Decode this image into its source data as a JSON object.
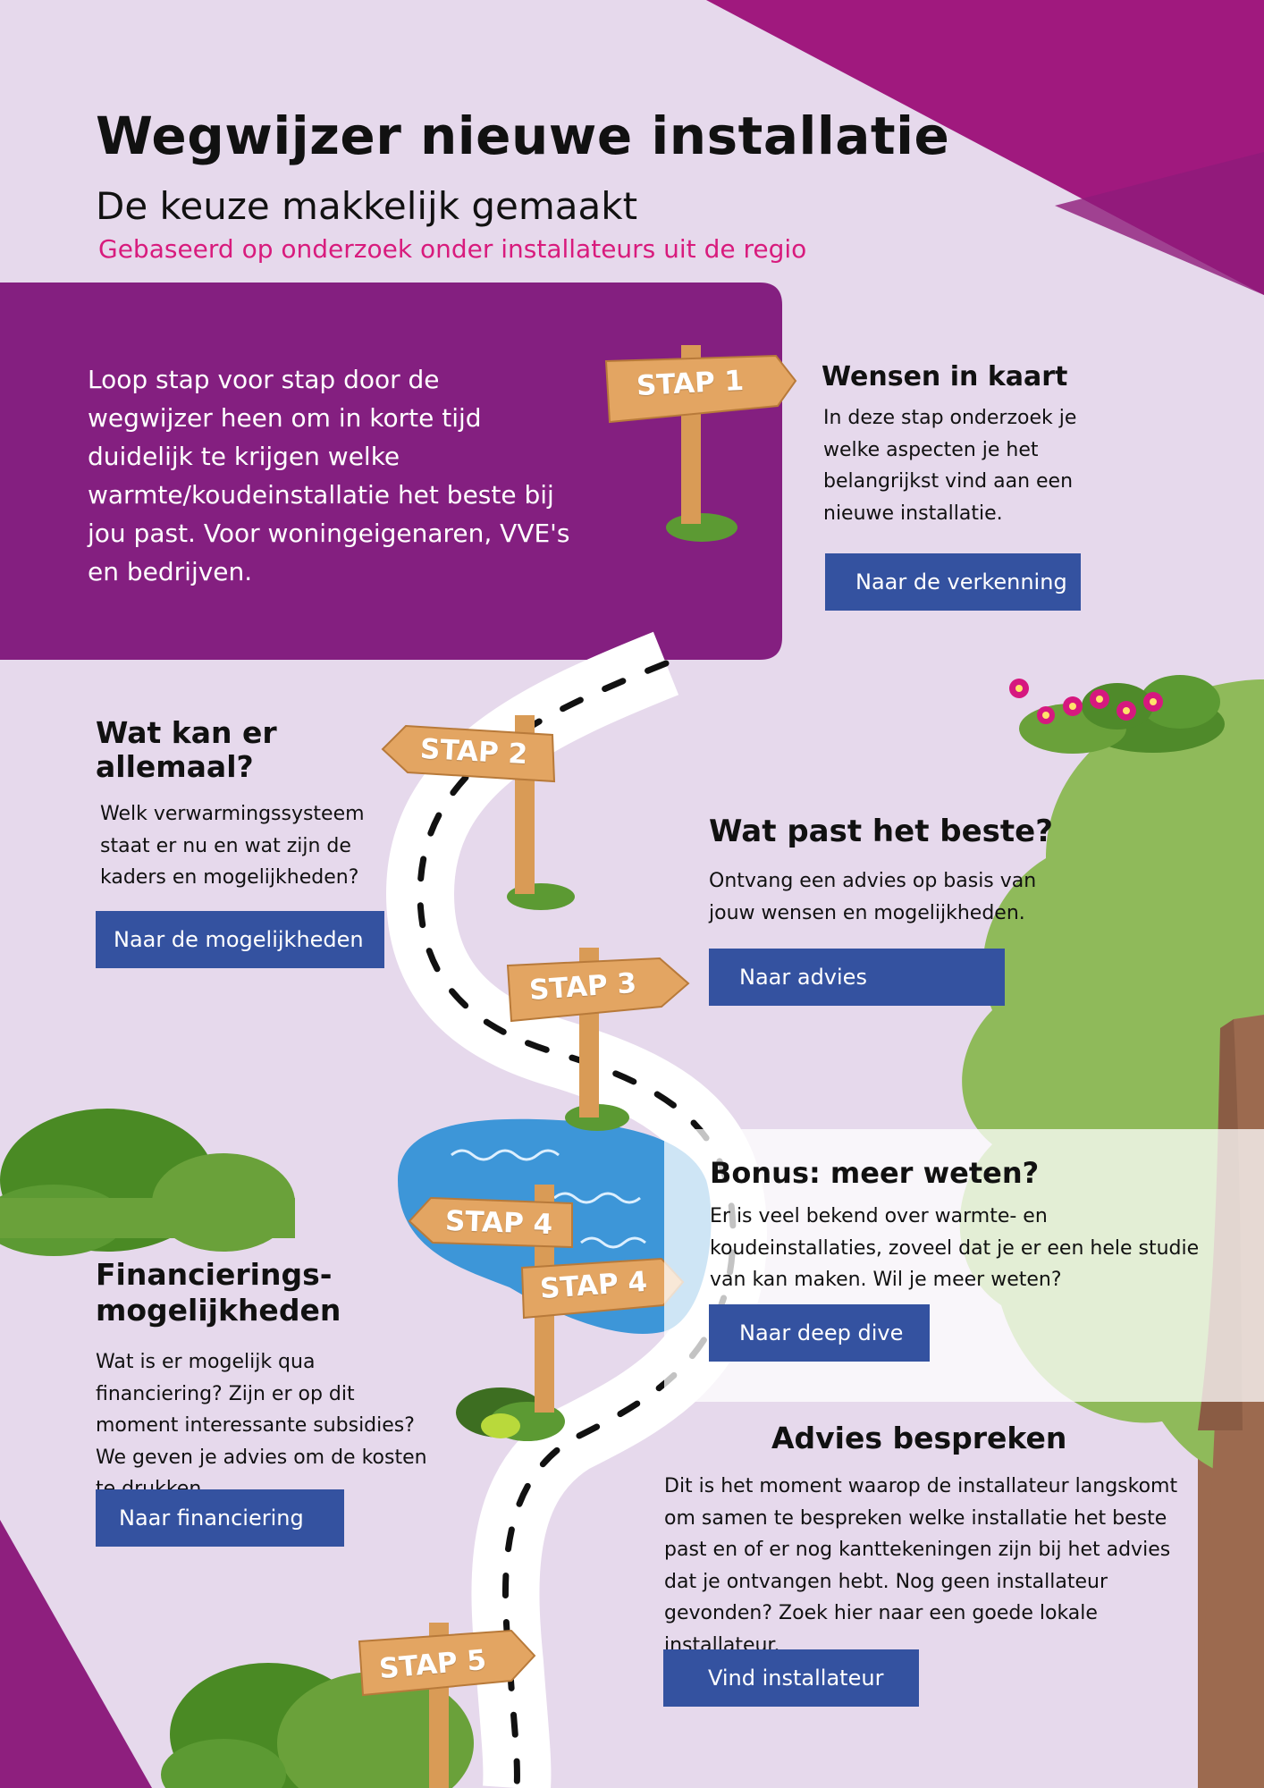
{
  "header": {
    "title": "Wegwijzer nieuwe installatie",
    "subtitle": "De keuze makkelijk gemaakt",
    "tagline": "Gebaseerd op onderzoek onder installateurs uit de regio"
  },
  "intro": {
    "text": "Loop stap voor stap door de wegwijzer heen om in korte tijd duidelijk te krijgen welke warmte/koudeinstallatie het beste bij jou past. Voor woningeigenaren, VVE's en bedrijven."
  },
  "signs": {
    "stap1": "STAP 1",
    "stap2": "STAP 2",
    "stap3": "STAP 3",
    "stap4a": "STAP 4",
    "stap4b": "STAP 4",
    "stap5": "STAP 5"
  },
  "steps": {
    "wensen": {
      "heading": "Wensen in kaart",
      "body": "In deze stap onderzoek je welke aspecten je het belangrijkst vind aan een nieuwe installatie.",
      "button": "Naar de verkenning"
    },
    "mogelijkheden": {
      "heading": "Wat kan er allemaal?",
      "body": "Welk verwarmingssysteem staat er nu en wat zijn de kaders en mogelijkheden?",
      "button": "Naar de mogelijkheden"
    },
    "advies": {
      "heading": "Wat past het beste?",
      "body": "Ontvang een advies op basis van jouw wensen en mogelijkheden.",
      "button": "Naar advies"
    },
    "bonus": {
      "heading": "Bonus: meer weten?",
      "body": "Er is veel bekend over warmte- en koudeinstallaties, zoveel dat je er een hele studie van kan maken. Wil je meer weten?",
      "button": "Naar deep dive"
    },
    "financiering": {
      "heading": "Financierings-mogelijkheden",
      "body": "Wat is er mogelijk qua financiering? Zijn er op dit moment interessante subsidies? We geven je advies om de kosten te drukken.",
      "button": "Naar financiering"
    },
    "bespreken": {
      "heading": "Advies bespreken",
      "body": "Dit is het moment waarop de installateur langskomt om samen te bespreken welke installatie het beste past en of er nog kanttekeningen zijn bij het advies dat je ontvangen hebt. Nog geen installateur gevonden? Zoek hier naar een goede lokale installateur.",
      "button": "Vind installateur"
    }
  },
  "colors": {
    "background": "#e6d9ec",
    "purple_panel": "#841f80",
    "magenta": "#a0197e",
    "accent_pink": "#d81b7d",
    "button_blue": "#3452a0",
    "tree_green": "#8fba5a",
    "trunk_brown": "#9c6a4f",
    "water_blue": "#3d96d8"
  }
}
